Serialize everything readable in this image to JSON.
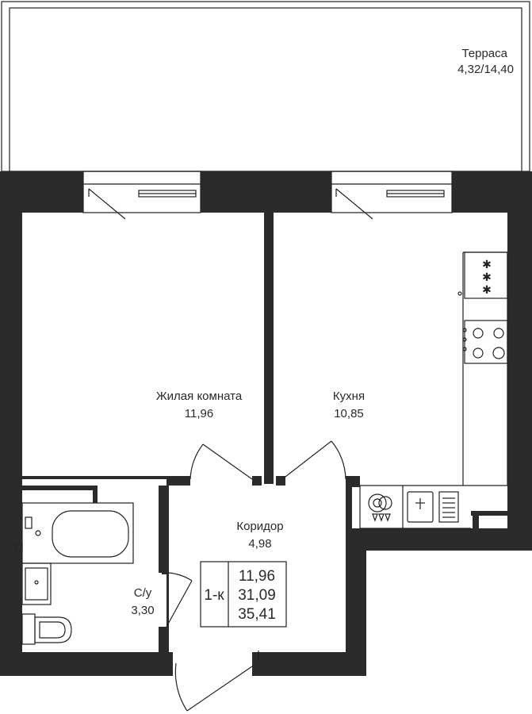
{
  "rooms": {
    "terrace": {
      "name": "Терраса",
      "area": "4,32/14,40"
    },
    "living": {
      "name": "Жилая комната",
      "area": "11,96"
    },
    "kitchen": {
      "name": "Кухня",
      "area": "10,85"
    },
    "corridor": {
      "name": "Коридор",
      "area": "4,98"
    },
    "bathroom": {
      "name": "С/у",
      "area": "3,30"
    }
  },
  "summary": {
    "type": "1-к",
    "living_area": "11,96",
    "total_area": "31,09",
    "full_area": "35,41"
  },
  "colors": {
    "wall": "#2b2b2b",
    "line": "#222222",
    "background": "#ffffff"
  },
  "icons": [
    "stove-icon",
    "hob-icon",
    "sink-icon",
    "washing-machine-icon",
    "bathtub-icon",
    "washbasin-icon",
    "toilet-icon",
    "window-icon",
    "door-icon"
  ]
}
